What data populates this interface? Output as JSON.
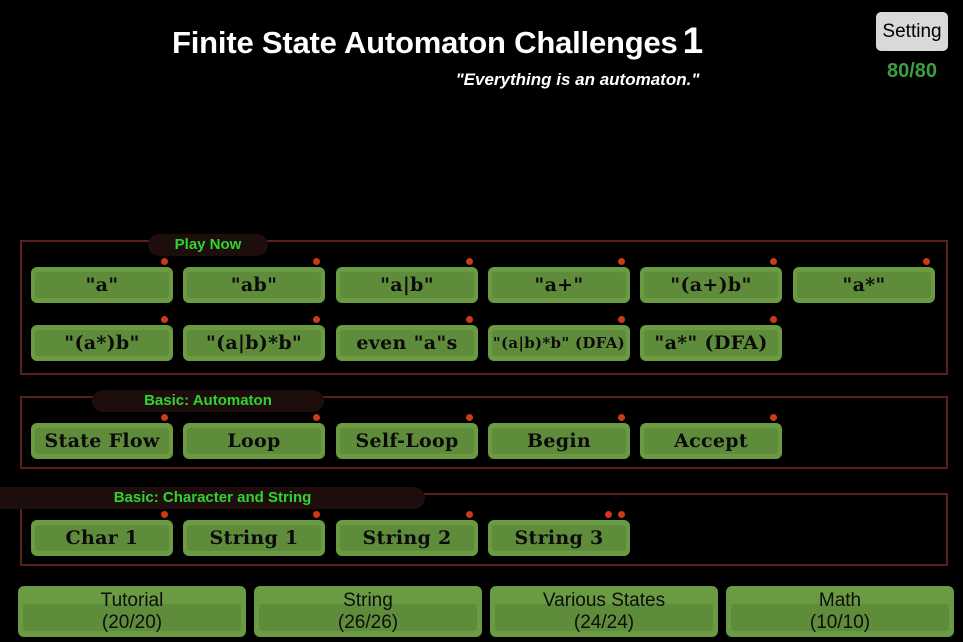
{
  "header": {
    "title": "Finite State Automaton Challenges",
    "level": "1",
    "subtitle": "\"Everything is an automaton.\"",
    "setting_label": "Setting",
    "score": "80/80",
    "score_color": "#3f9f3f"
  },
  "colors": {
    "background": "#000000",
    "section_border": "#5a2020",
    "section_tab_bg": "#1d0d0d",
    "section_tab_text": "#2fd42f",
    "button_face": "#6a9a42",
    "button_inner": "#5f8c3b",
    "button_text": "#0a0a0a",
    "badge_dot": "#cc3b13",
    "title_text": "#ffffff",
    "setting_bg": "#d9d9d9"
  },
  "sections": [
    {
      "id": "play-now",
      "title": "Play Now",
      "rows": [
        [
          {
            "label": "\"a\"",
            "dots": 1,
            "small": false
          },
          {
            "label": "\"ab\"",
            "dots": 1,
            "small": false
          },
          {
            "label": "\"a|b\"",
            "dots": 1,
            "small": false
          },
          {
            "label": "\"a+\"",
            "dots": 1,
            "small": false
          },
          {
            "label": "\"(a+)b\"",
            "dots": 1,
            "small": false
          },
          {
            "label": "\"a*\"",
            "dots": 1,
            "small": false
          }
        ],
        [
          {
            "label": "\"(a*)b\"",
            "dots": 1,
            "small": false
          },
          {
            "label": "\"(a|b)*b\"",
            "dots": 1,
            "small": false
          },
          {
            "label": "even \"a\"s",
            "dots": 1,
            "small": false
          },
          {
            "label": "\"(a|b)*b\" (DFA)",
            "dots": 1,
            "small": true
          },
          {
            "label": "\"a*\" (DFA)",
            "dots": 1,
            "small": false
          }
        ]
      ]
    },
    {
      "id": "basic-automaton",
      "title": "Basic: Automaton",
      "rows": [
        [
          {
            "label": "State Flow",
            "dots": 1,
            "small": false
          },
          {
            "label": "Loop",
            "dots": 1,
            "small": false
          },
          {
            "label": "Self-Loop",
            "dots": 1,
            "small": false
          },
          {
            "label": "Begin",
            "dots": 1,
            "small": false
          },
          {
            "label": "Accept",
            "dots": 1,
            "small": false
          }
        ]
      ]
    },
    {
      "id": "basic-character-and-string",
      "title": "Basic: Character and String",
      "rows": [
        [
          {
            "label": "Char 1",
            "dots": 1,
            "small": false
          },
          {
            "label": "String 1",
            "dots": 1,
            "small": false
          },
          {
            "label": "String 2",
            "dots": 1,
            "small": false
          },
          {
            "label": "String 3",
            "dots": 2,
            "small": false
          }
        ]
      ]
    }
  ],
  "tabs": [
    {
      "name": "Tutorial",
      "count": "(20/20)"
    },
    {
      "name": "String",
      "count": "(26/26)"
    },
    {
      "name": "Various States",
      "count": "(24/24)"
    },
    {
      "name": "Math",
      "count": "(10/10)"
    }
  ]
}
